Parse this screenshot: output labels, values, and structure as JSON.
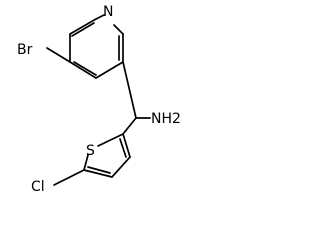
{
  "molecule": {
    "labels": {
      "nitrogen": "N",
      "bromine": "Br",
      "amine": "NH2",
      "sulfur": "S",
      "chlorine": "Cl"
    }
  }
}
